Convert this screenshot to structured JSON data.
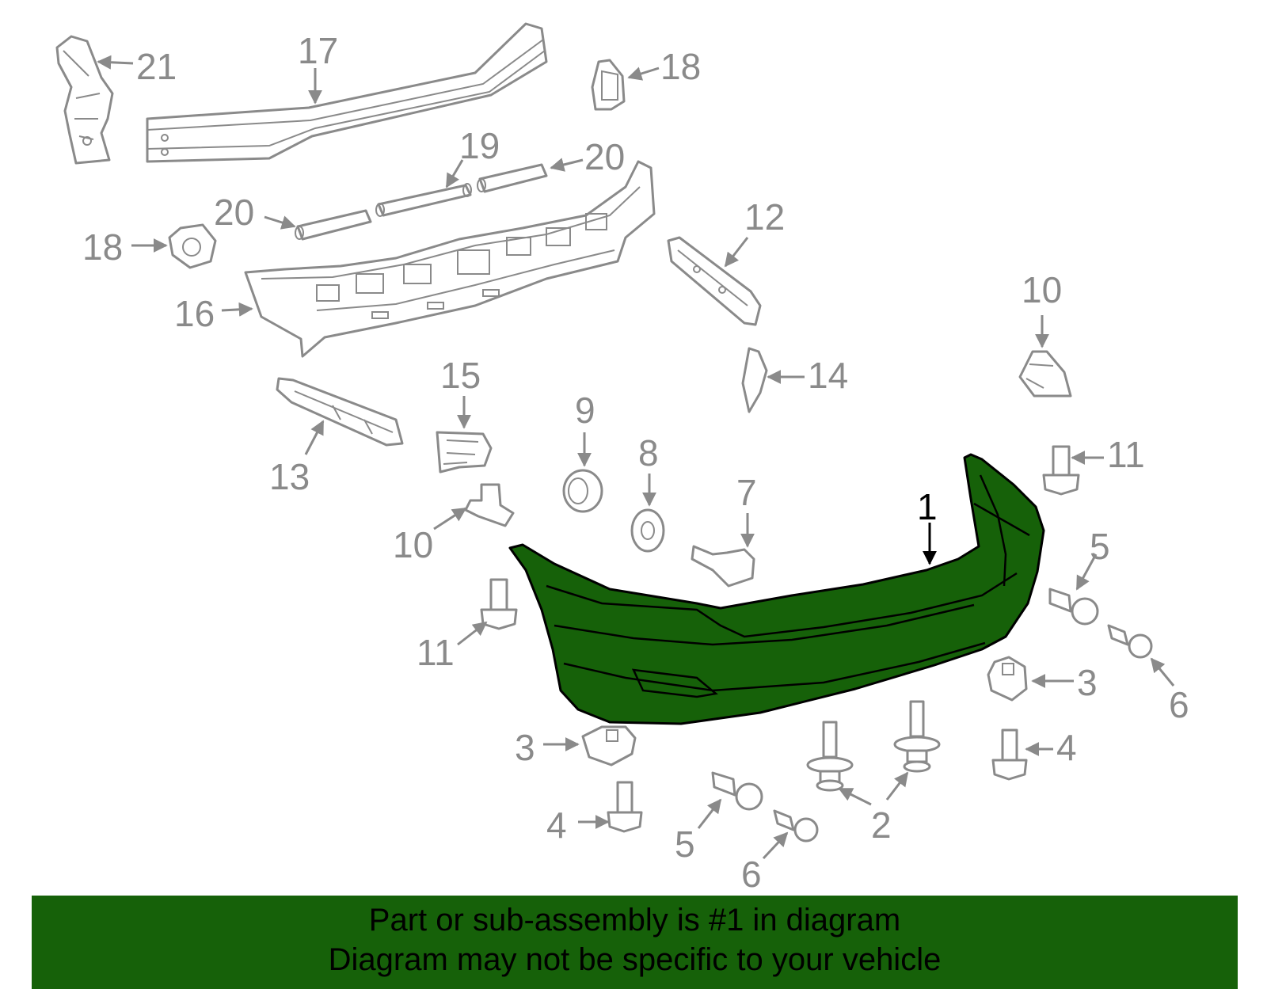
{
  "colors": {
    "highlight": "#166109",
    "line_gray": "#8a8a8a",
    "text_dark": "#000000",
    "background": "#ffffff"
  },
  "highlighted_part": "1",
  "callouts": {
    "c1": "1",
    "c2": "2",
    "c3a": "3",
    "c3b": "3",
    "c4a": "4",
    "c4b": "4",
    "c5a": "5",
    "c5b": "5",
    "c6a": "6",
    "c6b": "6",
    "c7": "7",
    "c8": "8",
    "c9": "9",
    "c10a": "10",
    "c10b": "10",
    "c11a": "11",
    "c11b": "11",
    "c12": "12",
    "c13": "13",
    "c14": "14",
    "c15": "15",
    "c16": "16",
    "c17": "17",
    "c18a": "18",
    "c18b": "18",
    "c19": "19",
    "c20a": "20",
    "c20b": "20",
    "c21": "21"
  },
  "banner": {
    "line1": "Part or sub-assembly is #1 in diagram",
    "line2": "Diagram may not be specific to your vehicle"
  }
}
